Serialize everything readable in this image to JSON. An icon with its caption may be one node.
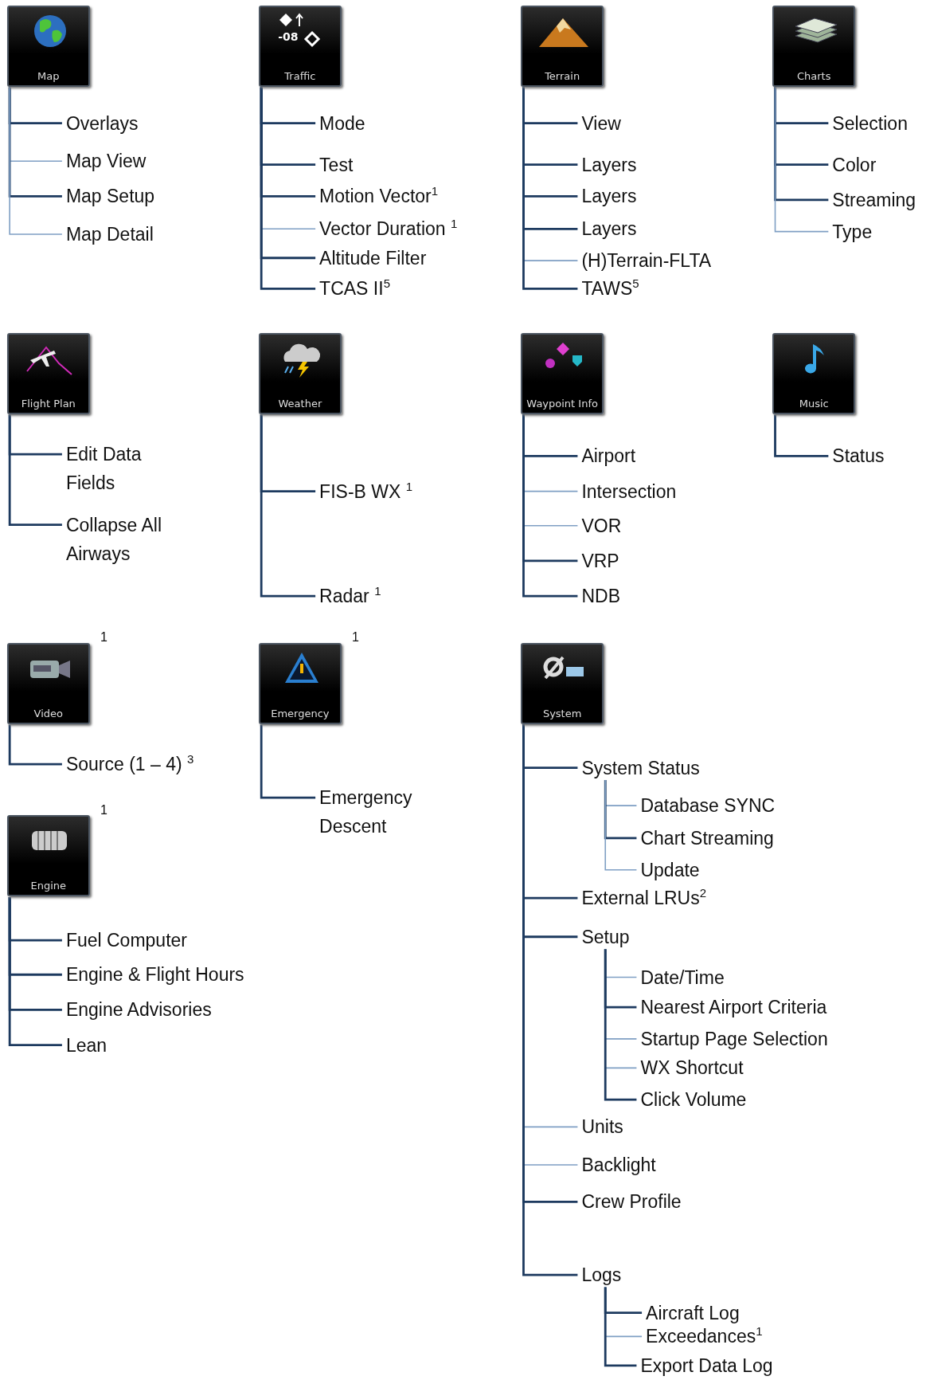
{
  "diagram": {
    "nodes": [
      {
        "text": [
          "Map"
        ]
      },
      {
        "text": [
          "Overlays"
        ]
      },
      {
        "text": [
          "Map View"
        ]
      },
      {
        "text": [
          "Map Setup"
        ]
      },
      {
        "text": [
          "Map Detail"
        ]
      },
      {
        "text": [
          "Traffic"
        ]
      },
      {
        "text": [
          "Mode"
        ]
      },
      {
        "text": [
          "Test"
        ]
      },
      {
        "text": [
          "Motion Vector$^{1}$"
        ]
      },
      {
        "text": [
          "Vector Duration $^{1}$"
        ]
      },
      {
        "text": [
          "Altitude Filter"
        ]
      },
      {
        "text": [
          "TCAS II$^{5}$"
        ]
      },
      {
        "text": [
          "Terrain"
        ]
      },
      {
        "text": [
          "View"
        ]
      },
      {
        "text": [
          "Layers"
        ]
      },
      {
        "text": [
          "Layers"
        ]
      },
      {
        "text": [
          "Layers"
        ]
      },
      {
        "text": [
          "(H)Terrain-FLTA"
        ]
      },
      {
        "text": [
          "TAWS$^{5}$"
        ]
      },
      {
        "text": [
          "Charts"
        ]
      },
      {
        "text": [
          "Selection"
        ]
      },
      {
        "text": [
          "Color"
        ]
      },
      {
        "text": [
          "Streaming"
        ]
      },
      {
        "text": [
          "Type"
        ]
      },
      {
        "text": [
          "Flight Plan"
        ]
      },
      {
        "text": [
          "Edit Data Fields"
        ]
      },
      {
        "text": [
          "Collapse All Airways"
        ]
      },
      {
        "text": [
          "Weather"
        ]
      },
      {
        "text": [
          "FIS-B WX $^{1}$"
        ]
      },
      {
        "text": [
          "Radar $^{1}$"
        ]
      },
      {
        "text": [
          "Waypoint Info"
        ]
      },
      {
        "text": [
          "Airport"
        ]
      },
      {
        "text": [
          "Intersection"
        ]
      },
      {
        "text": [
          "VOR"
        ]
      },
      {
        "text": [
          "VRP"
        ]
      },
      {
        "text": [
          "NDB"
        ]
      },
      {
        "text": [
          "Music"
        ]
      },
      {
        "text": [
          "Status"
        ]
      },
      {
        "text": [
          "Video"
        ],
        "beside": [
          "1"
        ]
      },
      {
        "text": [
          "Source (1 – 4) $^{3}$"
        ]
      },
      {
        "text": [
          "Emergency"
        ],
        "beside": [
          "1"
        ]
      },
      {
        "text": [
          "Emergency Descent"
        ]
      },
      {
        "text": [
          "System"
        ]
      },
      {
        "text": [
          "System Status"
        ]
      },
      {
        "text": [
          "Database SYNC"
        ]
      },
      {
        "text": [
          "Chart Streaming"
        ]
      },
      {
        "text": [
          "Update"
        ]
      },
      {
        "text": [
          "External LRUs$^{2}$"
        ]
      },
      {
        "text": [
          "Setup"
        ]
      },
      {
        "text": [
          "Date/Time"
        ]
      },
      {
        "text": [
          "Nearest Airport Criteria"
        ]
      },
      {
        "text": [
          "Startup Page Selection"
        ]
      },
      {
        "text": [
          "WX Shortcut"
        ]
      },
      {
        "text": [
          "Click Volume"
        ]
      },
      {
        "text": [
          "Units"
        ]
      },
      {
        "text": [
          "Backlight"
        ]
      },
      {
        "text": [
          "Crew Profile"
        ]
      },
      {
        "text": [
          "Logs"
        ]
      },
      {
        "text": [
          "Aircraft Log"
        ]
      },
      {
        "text": [
          "Exceedances$^{1}$"
        ]
      },
      {
        "text": [
          "Export Data Log"
        ]
      },
      {
        "text": [
          "Engine"
        ],
        "beside": [
          "1"
        ]
      },
      {
        "text": [
          "Fuel Computer"
        ]
      },
      {
        "text": [
          "Engine & Flight Hours"
        ]
      },
      {
        "text": [
          "Engine Advisories"
        ]
      },
      {
        "text": [
          "Lean"
        ]
      }
    ],
    "edges": [
      {
        "from": 0,
        "to": 1,
        "arrow": "none"
      },
      {
        "from": 0,
        "to": 2,
        "arrow": "none",
        "color": "#7f9fc4"
      },
      {
        "from": 0,
        "to": 3,
        "arrow": "none"
      },
      {
        "from": 0,
        "to": 4,
        "arrow": "none",
        "color": "#7f9fc4"
      },
      {
        "from": 5,
        "to": 6,
        "arrow": "none"
      },
      {
        "from": 5,
        "to": 7,
        "arrow": "none"
      },
      {
        "from": 5,
        "to": 8,
        "arrow": "none"
      },
      {
        "from": 5,
        "to": 9,
        "arrow": "none",
        "color": "#7f9fc4"
      },
      {
        "from": 5,
        "to": 10,
        "arrow": "none"
      },
      {
        "from": 5,
        "to": 11,
        "arrow": "none"
      },
      {
        "from": 12,
        "to": 13,
        "arrow": "none"
      },
      {
        "from": 12,
        "to": 14,
        "arrow": "none"
      },
      {
        "from": 12,
        "to": 15,
        "arrow": "none"
      },
      {
        "from": 12,
        "to": 16,
        "arrow": "none"
      },
      {
        "from": 12,
        "to": 17,
        "arrow": "none",
        "color": "#7f9fc4"
      },
      {
        "from": 12,
        "to": 18,
        "arrow": "none"
      },
      {
        "from": 19,
        "to": 20,
        "arrow": "none"
      },
      {
        "from": 19,
        "to": 21,
        "arrow": "none"
      },
      {
        "from": 19,
        "to": 22,
        "arrow": "none"
      },
      {
        "from": 19,
        "to": 23,
        "arrow": "none",
        "color": "#7f9fc4"
      },
      {
        "from": 24,
        "to": 25,
        "arrow": "none"
      },
      {
        "from": 24,
        "to": 26,
        "arrow": "none"
      },
      {
        "from": 27,
        "to": 28,
        "arrow": "none"
      },
      {
        "from": 27,
        "to": 29,
        "arrow": "none"
      },
      {
        "from": 30,
        "to": 31,
        "arrow": "none"
      },
      {
        "from": 30,
        "to": 32,
        "arrow": "none",
        "color": "#7f9fc4"
      },
      {
        "from": 30,
        "to": 33,
        "arrow": "none",
        "color": "#7f9fc4"
      },
      {
        "from": 30,
        "to": 34,
        "arrow": "none"
      },
      {
        "from": 30,
        "to": 35,
        "arrow": "none"
      },
      {
        "from": 36,
        "to": 37,
        "arrow": "none"
      },
      {
        "from": 38,
        "to": 39,
        "arrow": "none"
      },
      {
        "from": 40,
        "to": 41,
        "arrow": "none"
      },
      {
        "from": 42,
        "to": 43,
        "arrow": "none"
      },
      {
        "from": 43,
        "to": 44,
        "arrow": "none",
        "color": "#7f9fc4"
      },
      {
        "from": 43,
        "to": 45,
        "arrow": "none"
      },
      {
        "from": 43,
        "to": 46,
        "arrow": "none",
        "color": "#7f9fc4"
      },
      {
        "from": 42,
        "to": 47,
        "arrow": "none"
      },
      {
        "from": 42,
        "to": 48,
        "arrow": "none"
      },
      {
        "from": 48,
        "to": 49,
        "arrow": "none",
        "color": "#7f9fc4"
      },
      {
        "from": 48,
        "to": 50,
        "arrow": "none"
      },
      {
        "from": 48,
        "to": 51,
        "arrow": "none",
        "color": "#7f9fc4"
      },
      {
        "from": 48,
        "to": 52,
        "arrow": "none",
        "color": "#7f9fc4"
      },
      {
        "from": 48,
        "to": 53,
        "arrow": "none"
      },
      {
        "from": 42,
        "to": 54,
        "arrow": "none",
        "color": "#7f9fc4"
      },
      {
        "from": 42,
        "to": 55,
        "arrow": "none",
        "color": "#7f9fc4"
      },
      {
        "from": 42,
        "to": 56,
        "arrow": "none"
      },
      {
        "from": 42,
        "to": 57,
        "arrow": "none"
      },
      {
        "from": 57,
        "to": 58,
        "arrow": "none"
      },
      {
        "from": 57,
        "to": 59,
        "arrow": "none",
        "color": "#7f9fc4"
      },
      {
        "from": 57,
        "to": 60,
        "arrow": "none"
      },
      {
        "from": 61,
        "to": 62,
        "arrow": "none"
      },
      {
        "from": 61,
        "to": 63,
        "arrow": "none"
      },
      {
        "from": 61,
        "to": 64,
        "arrow": "none"
      },
      {
        "from": 61,
        "to": 65,
        "arrow": "none"
      }
    ],
    "labels": [
      "-08"
    ]
  }
}
